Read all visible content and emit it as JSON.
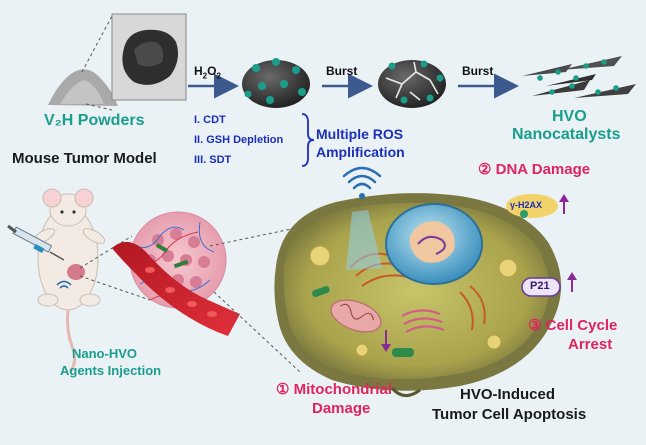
{
  "top": {
    "powders_label": "V₂H Powders",
    "h2o2_prefix": "H",
    "h2o2_sub1": "2",
    "h2o2_mid": "O",
    "h2o2_sub2": "2",
    "burst1": "Burst",
    "burst2": "Burst",
    "hvo_line1": "HVO",
    "hvo_line2": "Nanocatalysts"
  },
  "ros": {
    "items": [
      "I. CDT",
      "II. GSH Depletion",
      "III. SDT"
    ],
    "result_line1": "Multiple ROS",
    "result_line2": "Amplification"
  },
  "model": {
    "title": "Mouse Tumor Model",
    "inj_line1": "Nano-HVO",
    "inj_line2": "Agents Injection"
  },
  "effects": {
    "dna_num": "②",
    "dna": "DNA Damage",
    "marker1": "γ-H2AX",
    "marker2": "P21",
    "cc_num": "③",
    "cc_line1": "Cell Cycle",
    "cc_line2": "Arrest",
    "mito_num": "①",
    "mito_line1": "Mitochondrial",
    "mito_line2": "Damage",
    "apop_line1": "HVO-Induced",
    "apop_line2": "Tumor Cell Apoptosis"
  },
  "colors": {
    "teal": "#1a9e8c",
    "navy": "#1b2fb8",
    "pink": "#e0245e",
    "cell": "#b9b45a",
    "arrow": "#3d5a8f"
  }
}
